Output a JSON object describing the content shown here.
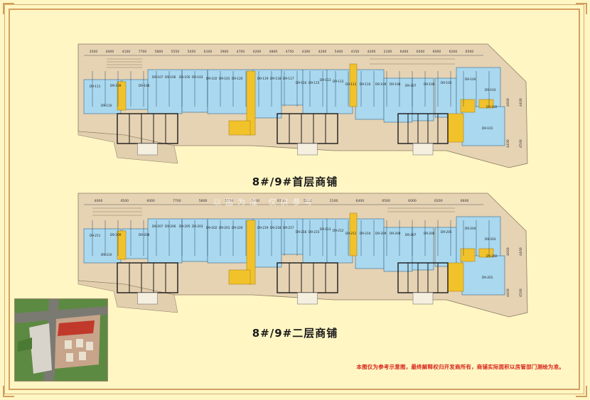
{
  "captions": {
    "floor1": "8#/9#首层商铺",
    "floor2": "8#/9#二层商铺"
  },
  "disclaimer": "本图仅为参考示意图，最终解释权归开发商所有，商铺实际面积以房管部门测绘为准。",
  "colors": {
    "background": "#fff6c4",
    "podium": "#e6d3b4",
    "shop": "#a9d8ef",
    "core": "#f2c22a",
    "wall": "#1a1a1a",
    "frame": "#d4a060",
    "disclaimer_text": "#d8261a"
  },
  "floor1": {
    "dimensions": [
      "3500",
      "4000",
      "4100",
      "7700",
      "5800",
      "5550",
      "5450",
      "6100",
      "3900",
      "4700",
      "4200",
      "4800",
      "4750",
      "4300",
      "4200",
      "5400",
      "4150",
      "4200",
      "2100",
      "6400",
      "6500",
      "6000",
      "6200",
      "6500"
    ],
    "units": [
      "D9-111",
      "D9-110",
      "D9-109",
      "D9-108",
      "D9-107",
      "D9-106",
      "D9-105",
      "D9-103",
      "D9-102",
      "D9-101",
      "D9-120",
      "D9-119",
      "D9-118",
      "D9-117",
      "D9-116",
      "D9-115",
      "D9-113",
      "D9-112",
      "D9-111",
      "D9-110",
      "D9-109",
      "D9-108",
      "D9-107",
      "D9-106",
      "D9-105",
      "D9-104",
      "D9-103",
      "D9-102",
      "D9-101"
    ],
    "side_dims": [
      "4600",
      "4400",
      "4400",
      "4500"
    ]
  },
  "floor2": {
    "dimensions": [
      "4000",
      "4500",
      "4000",
      "7700",
      "5800",
      "5550",
      "5450",
      "6100",
      "5310",
      "2100",
      "6400",
      "6500",
      "6000",
      "6200",
      "6600"
    ],
    "units": [
      "D9-211",
      "D9-210",
      "D9-209",
      "D9-208",
      "D9-207",
      "D9-206",
      "D9-205",
      "D9-203",
      "D9-202",
      "D9-201",
      "D9-220",
      "D9-219",
      "D9-218",
      "D9-217",
      "D9-216",
      "D9-215",
      "D9-213",
      "D9-212",
      "D9-211",
      "D9-210",
      "D9-209",
      "D9-208",
      "D9-207",
      "D9-206",
      "D9-205",
      "D9-204",
      "D9-203",
      "D9-202",
      "D9-201"
    ],
    "side_dims": [
      "4600",
      "4400",
      "4400",
      "4500"
    ]
  },
  "watermark": "以图为准 仅供参考"
}
